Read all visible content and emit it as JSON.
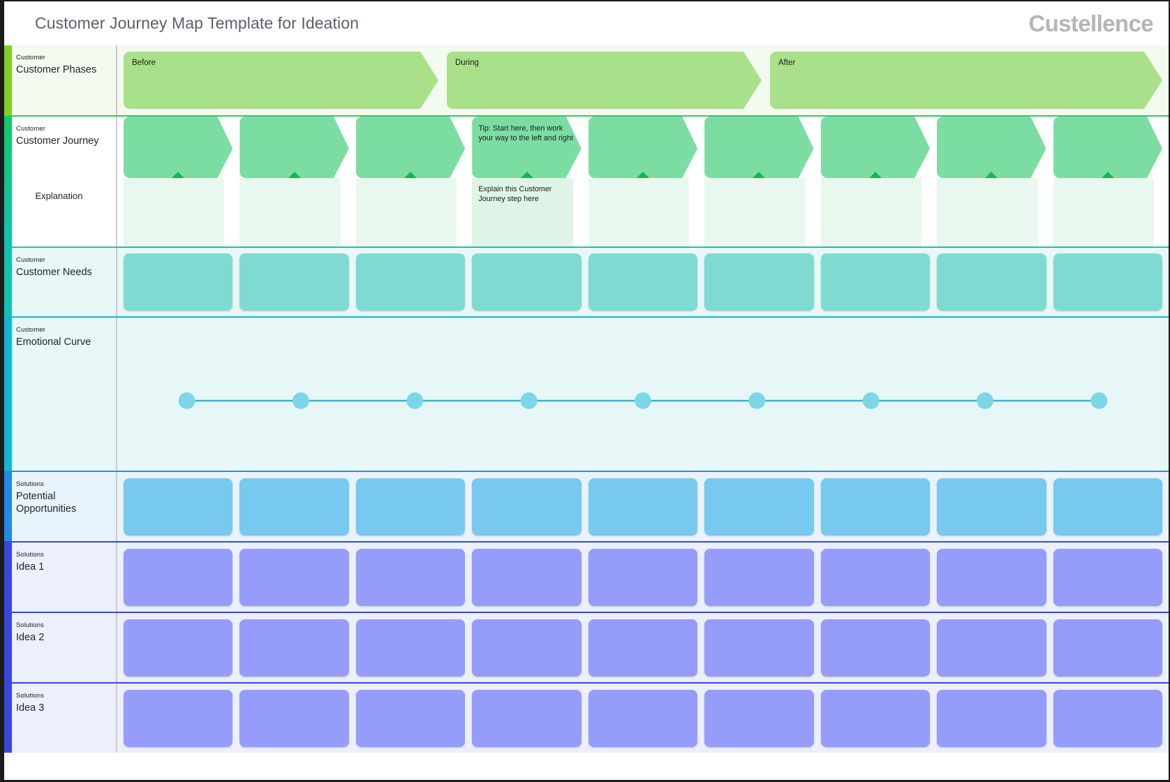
{
  "header": {
    "title": "Customer Journey Map Template for Ideation",
    "brand": "Custellence"
  },
  "colors": {
    "phase_card": "#a9e08a",
    "journey_card": "#7bdda2",
    "journey_marker": "#11b84e",
    "needs_card": "#7fdbd2",
    "opportunity_card": "#78c9ef",
    "idea_card": "#959cfa",
    "curve_dot": "#7dd6e8",
    "curve_line": "#3aaec4",
    "title_text": "#5a6168",
    "brand_text": "#b5b5b5"
  },
  "rows": [
    {
      "kicker": "Customer",
      "label": "Customer Phases",
      "accent": "#7ed321"
    },
    {
      "kicker": "Customer",
      "label": "Customer Journey",
      "sublabel": "Explanation",
      "accent": "#13ca67"
    },
    {
      "kicker": "Customer",
      "label": "Customer Needs",
      "accent": "#0fc3b0"
    },
    {
      "kicker": "Customer",
      "label": "Emotional Curve",
      "accent": "#12b5d6"
    },
    {
      "kicker": "Solutions",
      "label": "Potential Opportunities",
      "accent": "#1f8ae8"
    },
    {
      "kicker": "Solutions",
      "label": "Idea 1",
      "accent": "#3a46e0"
    },
    {
      "kicker": "Solutions",
      "label": "Idea 2",
      "accent": "#3a46e0"
    },
    {
      "kicker": "Solutions",
      "label": "Idea 3",
      "accent": "#3a46e0"
    }
  ],
  "phases": [
    {
      "label": "Before"
    },
    {
      "label": "During"
    },
    {
      "label": "After"
    }
  ],
  "journey_steps": [
    {
      "title": "",
      "explanation": ""
    },
    {
      "title": "",
      "explanation": ""
    },
    {
      "title": "",
      "explanation": ""
    },
    {
      "title": "Tip: Start here, then work your way to the left and right",
      "explanation": "Explain this Customer Journey step here"
    },
    {
      "title": "",
      "explanation": ""
    },
    {
      "title": "",
      "explanation": ""
    },
    {
      "title": "",
      "explanation": ""
    },
    {
      "title": "",
      "explanation": ""
    },
    {
      "title": "",
      "explanation": ""
    }
  ],
  "needs_cards": [
    "",
    "",
    "",
    "",
    "",
    "",
    "",
    "",
    ""
  ],
  "opportunity_cards": [
    "",
    "",
    "",
    "",
    "",
    "",
    "",
    "",
    ""
  ],
  "idea1_cards": [
    "",
    "",
    "",
    "",
    "",
    "",
    "",
    "",
    ""
  ],
  "idea2_cards": [
    "",
    "",
    "",
    "",
    "",
    "",
    "",
    "",
    ""
  ],
  "idea3_cards": [
    "",
    "",
    "",
    "",
    "",
    "",
    "",
    "",
    ""
  ],
  "chart_data": {
    "type": "line",
    "title": "Emotional Curve",
    "xlabel": "",
    "ylabel": "",
    "x": [
      1,
      2,
      3,
      4,
      5,
      6,
      7,
      8,
      9
    ],
    "values": [
      0,
      0,
      0,
      0,
      0,
      0,
      0,
      0,
      0
    ],
    "point_count": 9,
    "grid": false,
    "legend": "none"
  }
}
